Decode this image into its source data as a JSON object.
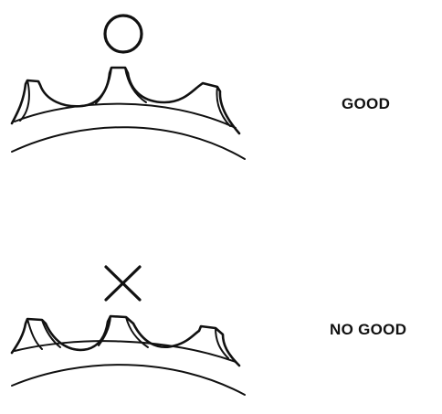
{
  "panels": [
    {
      "mark": "circle",
      "label": "GOOD"
    },
    {
      "mark": "cross",
      "label": "NO GOOD"
    }
  ],
  "colors": {
    "ink": "#111111",
    "background": "#ffffff"
  }
}
